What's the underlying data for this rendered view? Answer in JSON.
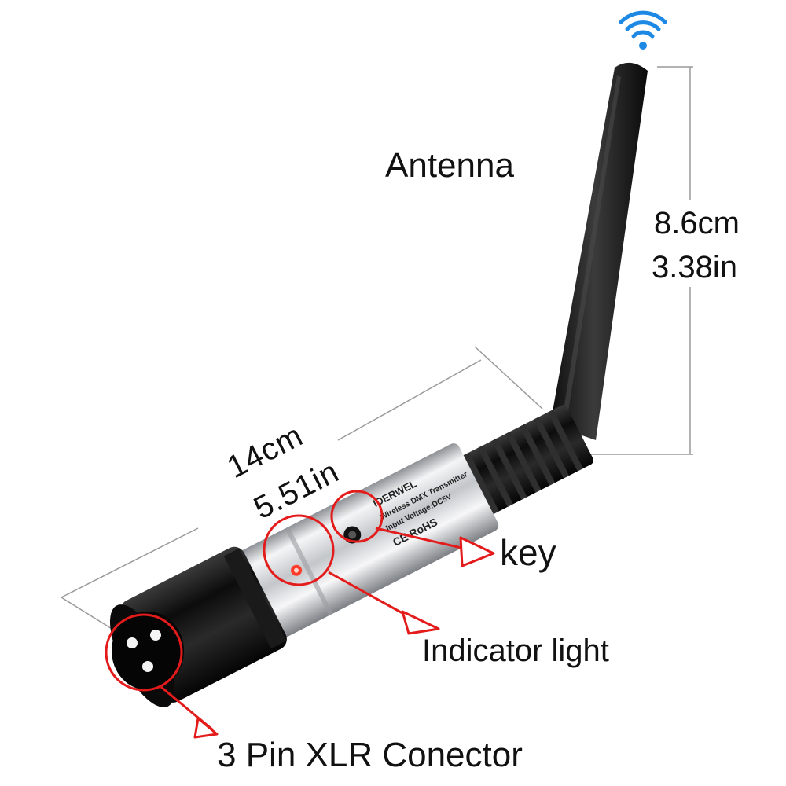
{
  "labels": {
    "antenna": "Antenna",
    "height_cm": "8.6cm",
    "height_in": "3.38in",
    "length_cm": "14cm",
    "length_in": "5.51in",
    "key": "key",
    "indicator": "Indicator light",
    "connector": "3 Pin XLR Conector"
  },
  "device_print": {
    "brand": "IDERWEL",
    "line1": "Wireless DMX Transmitter",
    "line2": "Input Voltage:DC5V",
    "line3": "CE RoHS"
  },
  "colors": {
    "callout": "#e41b1b",
    "wifi": "#1e88e5",
    "antenna": "#1d1d1d",
    "body_metal": "#c9ccd0"
  },
  "icons": [
    "wifi-icon"
  ]
}
